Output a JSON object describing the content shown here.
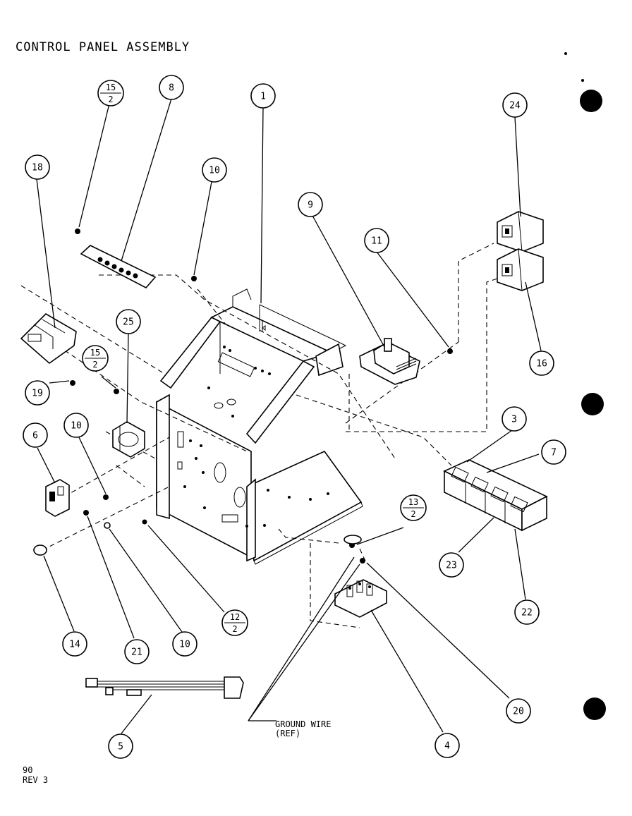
{
  "title": "CONTROL PANEL ASSEMBLY",
  "footer": {
    "line1": "90",
    "line2": "REV 3"
  },
  "ground_wire": {
    "line1": "GROUND WIRE",
    "line2": "(REF)"
  },
  "callouts": {
    "c1": "1",
    "c3": "3",
    "c4": "4",
    "c5": "5",
    "c6": "6",
    "c7": "7",
    "c8": "8",
    "c9": "9",
    "c10a": "10",
    "c10b": "10",
    "c10c": "10",
    "c11": "11",
    "c14": "14",
    "c16": "16",
    "c18": "18",
    "c19": "19",
    "c20": "20",
    "c21": "21",
    "c22": "22",
    "c23": "23",
    "c24": "24",
    "c25": "25"
  },
  "fractions": {
    "f15a": {
      "num": "15",
      "den": "2"
    },
    "f15b": {
      "num": "15",
      "den": "2"
    },
    "f13": {
      "num": "13",
      "den": "2"
    },
    "f12": {
      "num": "12",
      "den": "2"
    }
  }
}
